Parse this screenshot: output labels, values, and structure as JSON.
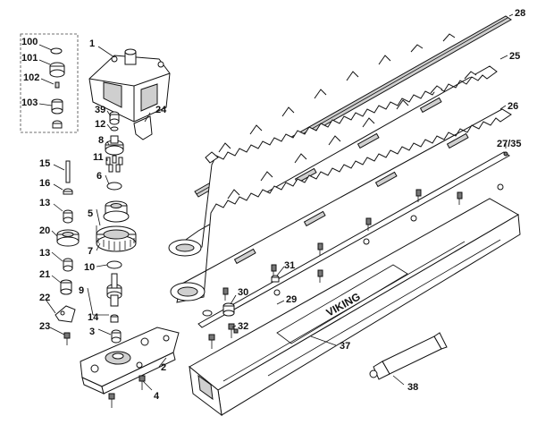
{
  "labels": [
    "100",
    "101",
    "102",
    "103",
    "1",
    "39",
    "12",
    "8",
    "24",
    "11",
    "6",
    "15",
    "16",
    "13",
    "5",
    "20",
    "7",
    "13",
    "10",
    "21",
    "9",
    "22",
    "14",
    "23",
    "3",
    "2",
    "4",
    "28",
    "25",
    "26",
    "27/35",
    "31",
    "30",
    "29",
    "32",
    "37",
    "38"
  ],
  "brand": "VIKING"
}
